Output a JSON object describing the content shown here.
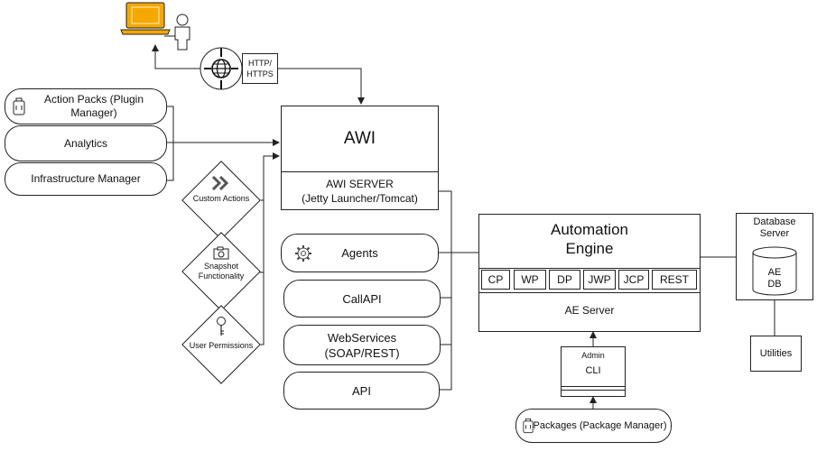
{
  "awi": {
    "title": "AWI",
    "server_line1": "AWI SERVER",
    "server_line2": "(Jetty Launcher/Tomcat)"
  },
  "http_label_line1": "HTTP/",
  "http_label_line2": "HTTPS",
  "left_modules": {
    "action_packs_line1": "Action Packs (Plugin",
    "action_packs_line2": "Manager)",
    "analytics": "Analytics",
    "infrastructure_manager": "Infrastructure Manager"
  },
  "features": {
    "custom_actions": "Custom Actions",
    "snapshot_line1": "Snapshot",
    "snapshot_line2": "Functionality",
    "user_permissions": "User Permissions"
  },
  "interfaces": {
    "agents": "Agents",
    "callapi": "CallAPI",
    "webservices_line1": "WebServices",
    "webservices_line2": "(SOAP/REST)",
    "api": "API"
  },
  "engine": {
    "title_line1": "Automation",
    "title_line2": "Engine",
    "processes": [
      "CP",
      "WP",
      "DP",
      "JWP",
      "JCP",
      "REST"
    ],
    "server": "AE Server"
  },
  "database": {
    "title_line1": "Database",
    "title_line2": "Server",
    "db_line1": "AE",
    "db_line2": "DB",
    "utilities": "Utilities"
  },
  "admin": {
    "title": "Admin",
    "cli": "CLI"
  },
  "packages": "Packages (Package Manager)",
  "colors": {
    "laptop": "#F5A800",
    "line": "#222222"
  },
  "icons": [
    "laptop-icon",
    "user-icon",
    "globe-icon",
    "chevrons-icon",
    "camera-icon",
    "key-icon",
    "gear-icon",
    "package-icon"
  ]
}
